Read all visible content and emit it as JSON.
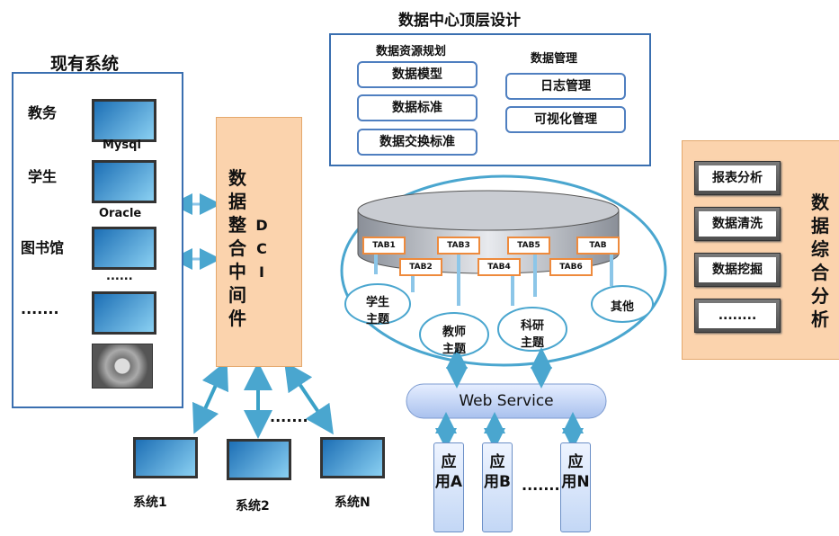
{
  "top_design": {
    "title": "数据中心顶层设计",
    "resource_plan_title": "数据资源规划",
    "resource_items": [
      "数据模型",
      "数据标准",
      "数据交换标准"
    ],
    "management_title": "数据管理",
    "management_items": [
      "日志管理",
      "可视化管理"
    ]
  },
  "existing": {
    "title": "现有系统",
    "items": [
      {
        "label": "教务",
        "db": "Mysql"
      },
      {
        "label": "学生",
        "db": "Oracle"
      },
      {
        "label": "图书馆",
        "db": "......"
      },
      {
        "label": ".......",
        "db": ""
      }
    ]
  },
  "middleware": {
    "text": "数据整合中间件",
    "dci": "DCI"
  },
  "center": {
    "tabs": [
      "TAB1",
      "TAB2",
      "TAB3",
      "TAB4",
      "TAB5",
      "TAB6",
      "TAB"
    ],
    "themes": [
      "学生\n主题",
      "教师\n主题",
      "科研\n主题",
      "其他"
    ]
  },
  "web_service": "Web Service",
  "apps": [
    "应用A",
    "应用B",
    "应用N"
  ],
  "apps_ellipsis": ".......",
  "systems": [
    "系统1",
    "系统2",
    "系统N"
  ],
  "systems_ellipsis": ".......",
  "analysis": {
    "title": "数据综合分析",
    "items": [
      "报表分析",
      "数据清洗",
      "数据挖掘",
      "........"
    ]
  },
  "colors": {
    "orange": "#fbd3ad",
    "blue_border": "#3a6fb0",
    "arrow": "#5fa9d6",
    "tab_border": "#ee8a3c"
  }
}
